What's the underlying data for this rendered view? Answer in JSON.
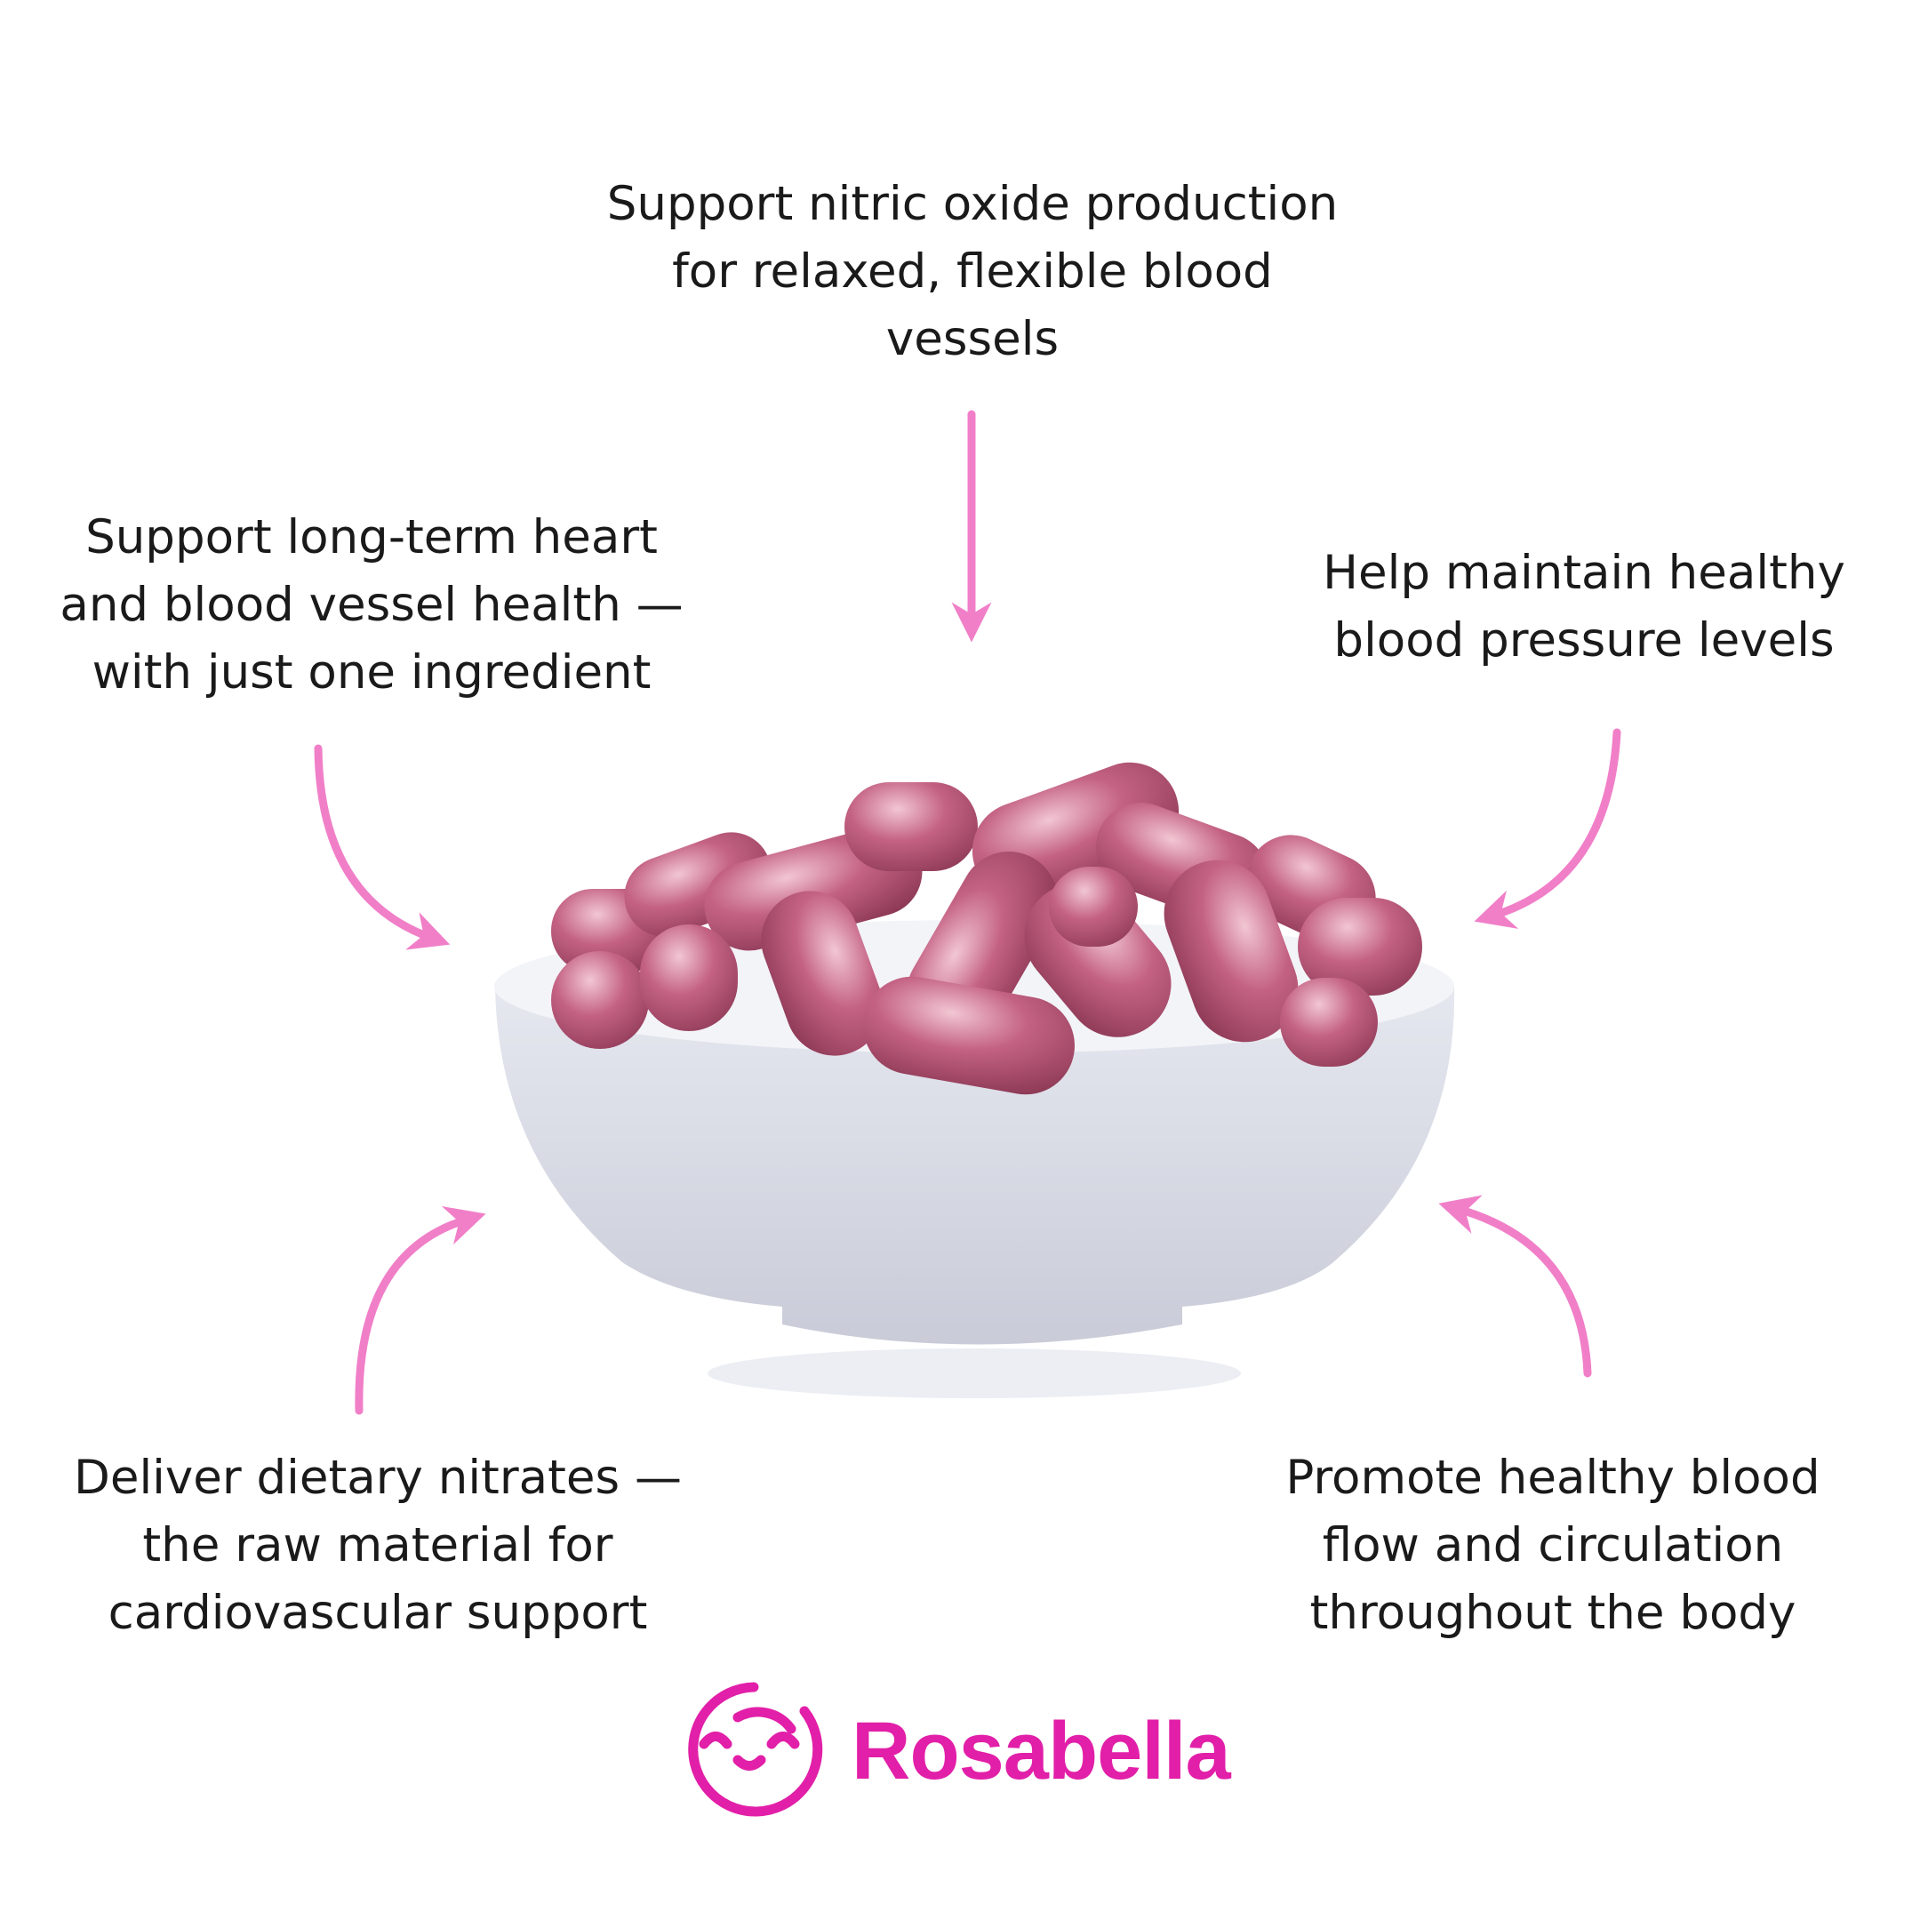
{
  "benefits": {
    "top": [
      "Support nitric oxide production",
      "for relaxed, flexible blood",
      "vessels"
    ],
    "top_left": [
      "Support long-term heart",
      "and blood vessel health —",
      "with just one ingredient"
    ],
    "top_right": [
      "Help maintain healthy",
      "blood pressure levels"
    ],
    "bottom_left": [
      "Deliver dietary nitrates —",
      "the raw material for",
      "cardiovascular support"
    ],
    "bottom_right": [
      "Promote healthy blood",
      "flow and circulation",
      "throughout the body"
    ]
  },
  "brand": {
    "name": "Rosabella",
    "logo_icon": "smiling-face-icon"
  },
  "colors": {
    "arrow": "#f07fc8",
    "brand": "#e21fa8",
    "capsule": "#b8506f",
    "bowl": "#d9dbe6"
  }
}
